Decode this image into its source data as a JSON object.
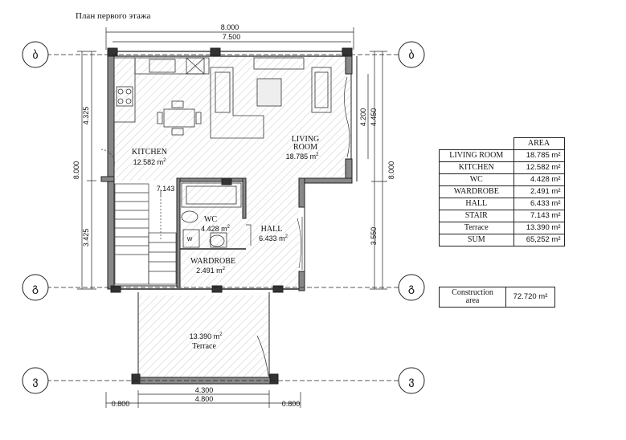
{
  "title": "План первого этажа",
  "axes": {
    "top_left": "ბ",
    "top_right": "ბ",
    "mid_left": "გ",
    "mid_right": "გ",
    "bottom_left": "ვ",
    "bottom_right": "ვ"
  },
  "dimensions": {
    "top_outer": "8.000",
    "top_inner": "7.500",
    "left_total": "8.000",
    "left_upper": "4.325",
    "left_lower": "3.425",
    "right_total": "8.000",
    "right_upper": "4.450",
    "right_window": "4.200",
    "right_lower": "3.550",
    "bottom_inner": "4.300",
    "bottom_outer": "4.800",
    "bottom_left": "0.800",
    "bottom_right": "0.800"
  },
  "rooms": {
    "kitchen": {
      "name": "KITCHEN",
      "area": "12.582 m",
      "sup": "2"
    },
    "living": {
      "name1": "LIVING",
      "name2": "ROOM",
      "area": "18.785 m",
      "sup": "2"
    },
    "wc": {
      "name": "WC",
      "area": "4.428 m",
      "sup": "2"
    },
    "hall": {
      "name": "HALL",
      "area": "6.433 m",
      "sup": "2"
    },
    "wardrobe": {
      "name": "WARDROBE",
      "area": "2.491 m",
      "sup": "2"
    },
    "stair": {
      "area": "7.143"
    },
    "terrace": {
      "area": "13.390 m",
      "sup": "2",
      "name": "Terrace"
    },
    "w_mark": "W"
  },
  "area_table": {
    "header": "AREA",
    "rows": [
      {
        "name": "LIVING ROOM",
        "value": "18.785 m²"
      },
      {
        "name": "KITCHEN",
        "value": "12.582 m²"
      },
      {
        "name": "WC",
        "value": "4.428 m²"
      },
      {
        "name": "WARDROBE",
        "value": "2.491 m²"
      },
      {
        "name": "HALL",
        "value": "6.433 m²"
      },
      {
        "name": "STAIR",
        "value": "7.143 m²"
      },
      {
        "name": "Terrace",
        "value": "13.390 m²"
      },
      {
        "name": "SUM",
        "value": "65,252 m²"
      }
    ]
  },
  "construction": {
    "label1": "Construction",
    "label2": "area",
    "value": "72.720 m²"
  }
}
